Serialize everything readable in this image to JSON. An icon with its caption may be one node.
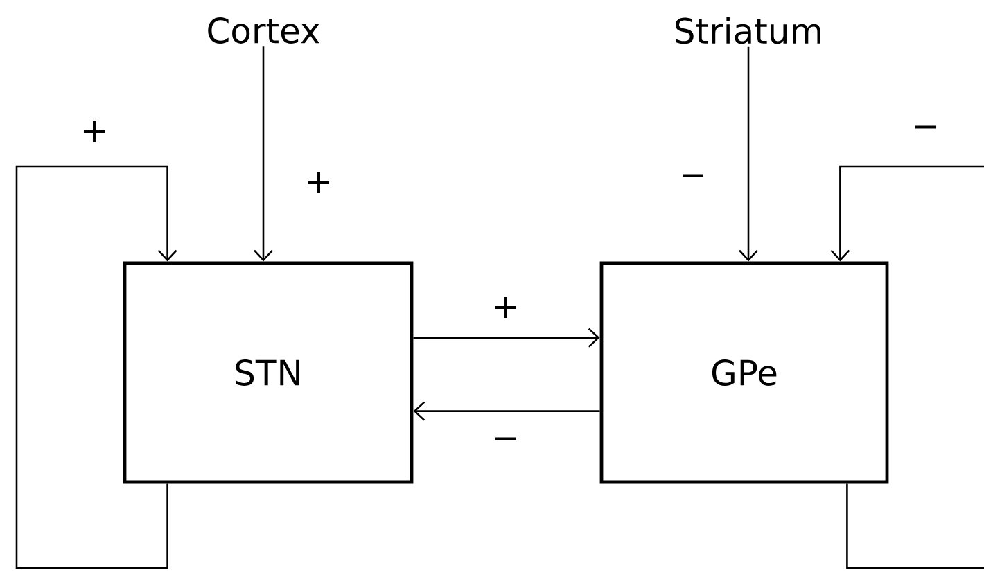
{
  "diagram": {
    "nodes": [
      {
        "text": [
          "Cortex"
        ]
      },
      {
        "text": [
          "Striatum"
        ]
      },
      {
        "text": [
          "STN"
        ]
      },
      {
        "text": [
          "GPe"
        ]
      }
    ],
    "edges": [
      {
        "from": 0,
        "to": 2,
        "arrow": "to",
        "label": "+"
      },
      {
        "from": 1,
        "to": 3,
        "arrow": "to",
        "label": "−"
      },
      {
        "from": 2,
        "to": 2,
        "arrow": "to",
        "label": "+"
      },
      {
        "from": 2,
        "to": 3,
        "arrow": "to",
        "label": "+"
      },
      {
        "from": 3,
        "to": 2,
        "arrow": "to",
        "label": "−"
      },
      {
        "from": 3,
        "to": null,
        "arrow": "none"
      },
      {
        "from": null,
        "to": 3,
        "arrow": "to",
        "label": "−"
      }
    ]
  }
}
